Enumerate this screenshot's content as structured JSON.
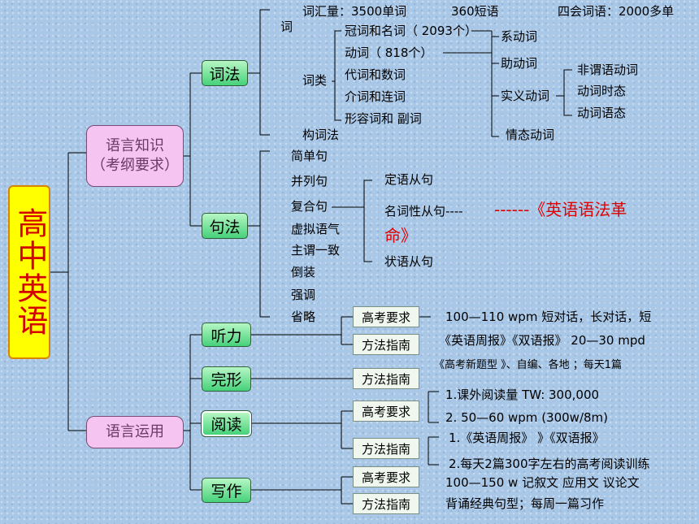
{
  "root": "高中英语",
  "categories": {
    "knowledge": [
      "语言知识",
      "（考纲要求）"
    ],
    "application": "语言运用"
  },
  "vocab": {
    "label": "词法",
    "amount": "词汇量：3500单词",
    "phrases": "360短语",
    "four_skills": "四会词语：2000多单",
    "wrap": "词",
    "class_label": "词类",
    "classes": [
      "冠词和名词（ 2093个）",
      "动词（ 818个）",
      "代词和数词",
      "介词和连词",
      "形容词和 副词"
    ],
    "verb_types": [
      "系动词",
      "助动词",
      "实义动词",
      "情态动词"
    ],
    "verb_details": [
      "非谓语动词",
      "动词时态",
      "动词语态"
    ],
    "word_formation": "构词法"
  },
  "syntax": {
    "label": "句法",
    "items": [
      "简单句",
      "并列句",
      "复合句",
      "虚拟语气",
      "主谓一致",
      "倒装",
      "强调",
      "省略"
    ],
    "clauses": [
      "定语从句",
      "名词性从句----",
      "状语从句"
    ],
    "book_line1": "------《英语语法革",
    "book_line2": "命》"
  },
  "listening": {
    "label": "听力",
    "req_label": "高考要求",
    "req_text": "100—110 wpm    短对话，长对话，短",
    "guide_label": "方法指南",
    "guide_text": "《英语周报》《双语报》 20—30 mpd"
  },
  "cloze": {
    "label": "完形",
    "guide_label": "方法指南",
    "guide_text": "《高考新题型 》、自编、各地 ；每天1篇"
  },
  "reading": {
    "label": "阅读",
    "req_label": "高考要求",
    "req1": "1.课外阅读量    TW: 300,000",
    "req2": "2. 50—60 wpm     (300w/8m)",
    "guide_label": "方法指南",
    "guide1": "1.《英语周报》 》《双语报》",
    "guide2": "2.每天2篇300字左右的高考阅读训练"
  },
  "writing": {
    "label": "写作",
    "req_label": "高考要求",
    "req_text": "100—150 w     记叙文  应用文  议论文",
    "guide_label": "方法指南",
    "guide_text": "背诵经典句型；每周一篇习作"
  }
}
